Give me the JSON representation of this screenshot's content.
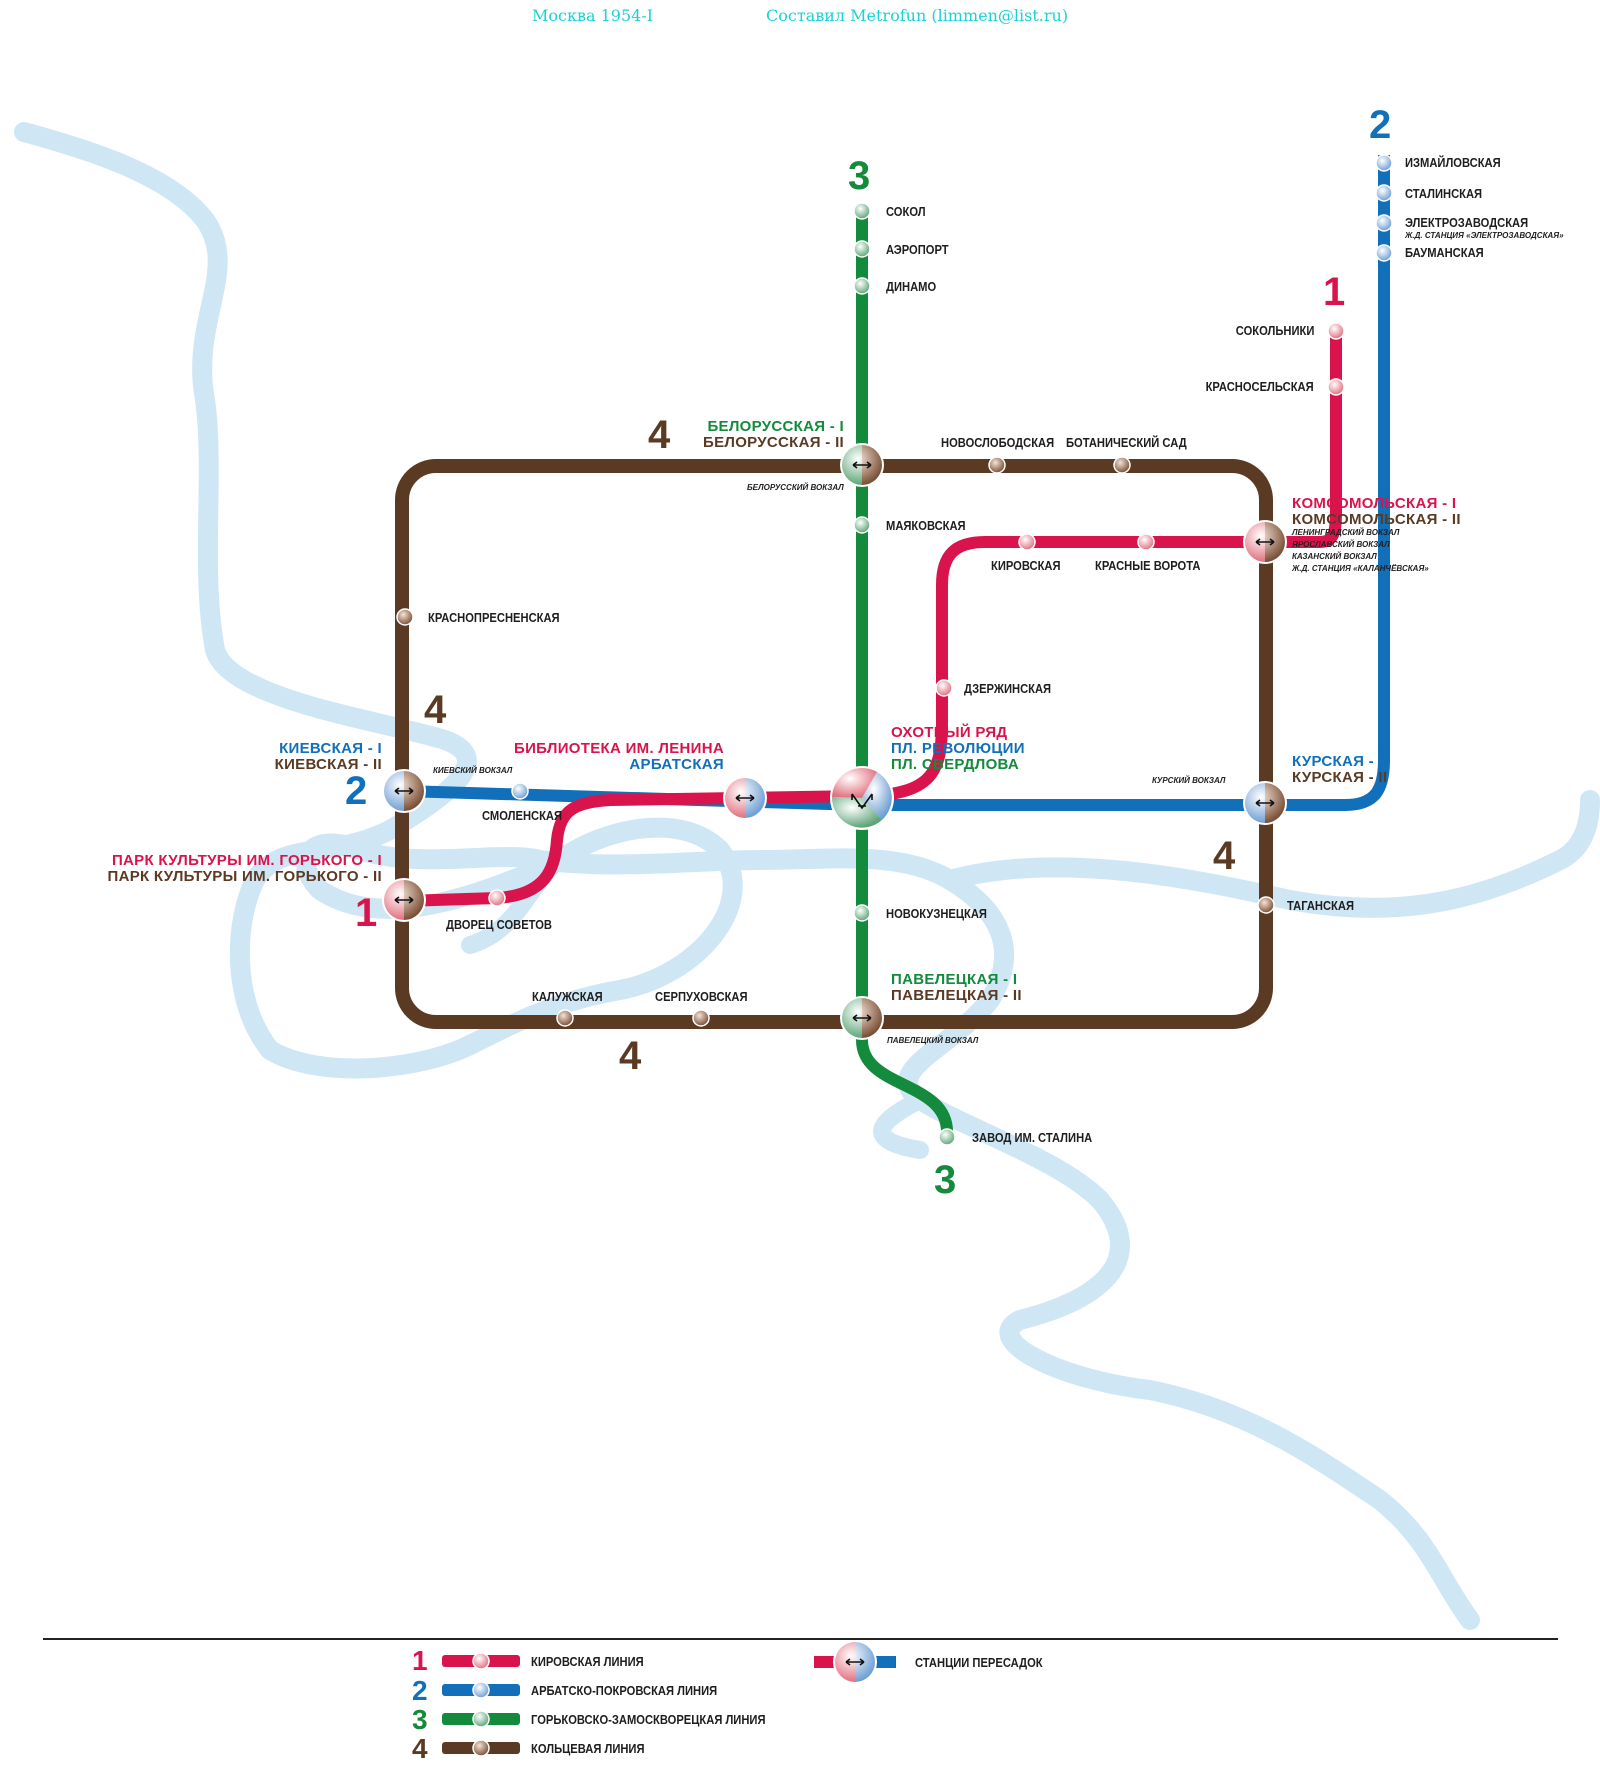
{
  "header": {
    "left": "Москва 1954-I",
    "right": "Составил Metrofun (limmen@list.ru)"
  },
  "colors": {
    "line1": "#d9144c",
    "line2": "#1170b9",
    "line3": "#138a3c",
    "line4": "#5b3a24",
    "river": "#cfe7f5",
    "header_text": "#18d2d8"
  },
  "line_numbers": {
    "l1": "1",
    "l2": "2",
    "l3": "3",
    "l4": "4"
  },
  "stations": {
    "sokol": "СОКОЛ",
    "aeroport": "АЭРОПОРТ",
    "dinamo": "ДИНАМО",
    "izmaylovskaya": "ИЗМАЙЛОВСКАЯ",
    "stalinskaya": "СТАЛИНСКАЯ",
    "elektrozavodskaya": "ЭЛЕКТРОЗАВОДСКАЯ",
    "elektrozavodskaya_note": "Ж.Д. СТАНЦИЯ «ЭЛЕКТРОЗАВОДСКАЯ»",
    "baumanskaya": "БАУМАНСКАЯ",
    "sokolniki": "СОКОЛЬНИКИ",
    "krasnoselskaya": "КРАСНОСЕЛЬСКАЯ",
    "novoslobodskaya": "НОВОСЛОБОДСКАЯ",
    "botanicheskiy": "БОТАНИЧЕСКИЙ САД",
    "mayakovskaya": "МАЯКОВСКАЯ",
    "kirovskaya": "КИРОВСКАЯ",
    "krasnye_vorota": "КРАСНЫЕ ВОРОТА",
    "krasnopresnenskaya": "КРАСНОПРЕСНЕНСКАЯ",
    "dzerzhinskaya": "ДЗЕРЖИНСКАЯ",
    "smolenskaya": "СМОЛЕНСКАЯ",
    "dvorets_sovetov": "ДВОРЕЦ СОВЕТОВ",
    "novokuznetskaya": "НОВОКУЗНЕЦКАЯ",
    "taganskaya": "ТАГАНСКАЯ",
    "kaluzhskaya": "КАЛУЖСКАЯ",
    "serpukhovskaya": "СЕРПУХОВСКАЯ",
    "zavod_stalina": "ЗАВОД ИМ. СТАЛИНА"
  },
  "transfers": {
    "belorusskaya_1": "БЕЛОРУССКАЯ - I",
    "belorusskaya_2": "БЕЛОРУССКАЯ - II",
    "belorusskaya_note": "БЕЛОРУССКИЙ ВОКЗАЛ",
    "komsomolskaya_1": "КОМСОМОЛЬСКАЯ - I",
    "komsomolskaya_2": "КОМСОМОЛЬСКАЯ - II",
    "komsomolskaya_note1": "ЛЕНИНГРАДСКИЙ ВОКЗАЛ",
    "komsomolskaya_note2": "ЯРОСЛАВСКИЙ ВОКЗАЛ",
    "komsomolskaya_note3": "КАЗАНСКИЙ ВОКЗАЛ",
    "komsomolskaya_note4": "Ж.Д. СТАНЦИЯ «КАЛАНЧЁВСКАЯ»",
    "kievskaya_1": "КИЕВСКАЯ - I",
    "kievskaya_2": "КИЕВСКАЯ - II",
    "kievskaya_note": "КИЕВСКИЙ ВОКЗАЛ",
    "biblioteka": "БИБЛИОТЕКА ИМ. ЛЕНИНА",
    "arbatskaya": "АРБАТСКАЯ",
    "okhotny": "ОХОТНЫЙ РЯД",
    "pl_revolyutsii": "ПЛ. РЕВОЛЮЦИИ",
    "pl_sverdlova": "ПЛ. СВЕРДЛОВА",
    "kurskaya_1": "КУРСКАЯ - I",
    "kurskaya_2": "КУРСКАЯ - II",
    "kurskaya_note": "КУРСКИЙ ВОКЗАЛ",
    "park_1": "ПАРК КУЛЬТУРЫ ИМ. ГОРЬКОГО - I",
    "park_2": "ПАРК КУЛЬТУРЫ ИМ. ГОРЬКОГО - II",
    "paveletskaya_1": "ПАВЕЛЕЦКАЯ - I",
    "paveletskaya_2": "ПАВЕЛЕЦКАЯ - II",
    "paveletskaya_note": "ПАВЕЛЕЦКИЙ ВОКЗАЛ"
  },
  "legend": {
    "items": [
      {
        "num": "1",
        "label": "КИРОВСКАЯ ЛИНИЯ"
      },
      {
        "num": "2",
        "label": "АРБАТСКО-ПОКРОВСКАЯ ЛИНИЯ"
      },
      {
        "num": "3",
        "label": "ГОРЬКОВСКО-ЗАМОСКВОРЕЦКАЯ ЛИНИЯ"
      },
      {
        "num": "4",
        "label": "КОЛЬЦЕВАЯ ЛИНИЯ"
      }
    ],
    "transfer_label": "СТАНЦИИ ПЕРЕСАДОК"
  }
}
